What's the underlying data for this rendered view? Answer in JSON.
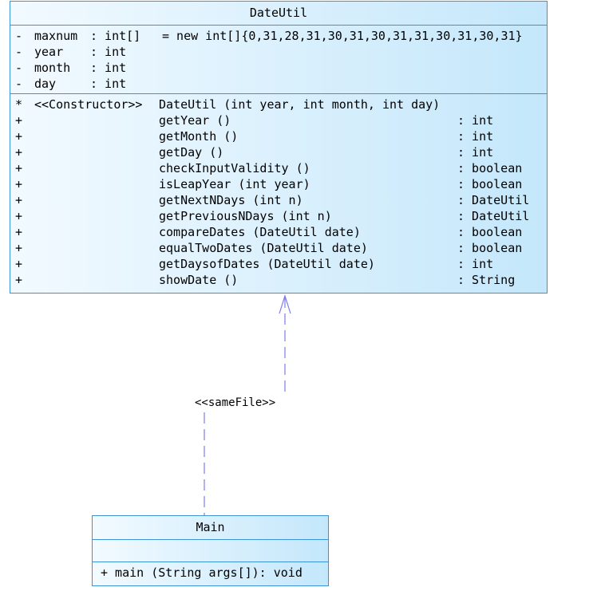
{
  "dateutil": {
    "name": "DateUtil",
    "attributes": [
      {
        "vis": "-",
        "name": "maxnum",
        "type": ": int[]",
        "value": "= new int[]{0,31,28,31,30,31,30,31,31,30,31,30,31}"
      },
      {
        "vis": "-",
        "name": "year",
        "type": ": int",
        "value": ""
      },
      {
        "vis": "-",
        "name": "month",
        "type": ": int",
        "value": ""
      },
      {
        "vis": "-",
        "name": "day",
        "type": ": int",
        "value": ""
      }
    ],
    "operations": [
      {
        "vis": "*",
        "stereotype": "<<Constructor>>",
        "sig": "DateUtil (int year, int month, int day)",
        "ret": ""
      },
      {
        "vis": "+",
        "stereotype": "",
        "sig": "getYear ()",
        "ret": ": int"
      },
      {
        "vis": "+",
        "stereotype": "",
        "sig": "getMonth ()",
        "ret": ": int"
      },
      {
        "vis": "+",
        "stereotype": "",
        "sig": "getDay ()",
        "ret": ": int"
      },
      {
        "vis": "+",
        "stereotype": "",
        "sig": "checkInputValidity ()",
        "ret": ": boolean"
      },
      {
        "vis": "+",
        "stereotype": "",
        "sig": "isLeapYear (int year)",
        "ret": ": boolean"
      },
      {
        "vis": "+",
        "stereotype": "",
        "sig": "getNextNDays (int n)",
        "ret": ": DateUtil"
      },
      {
        "vis": "+",
        "stereotype": "",
        "sig": "getPreviousNDays (int n)",
        "ret": ": DateUtil"
      },
      {
        "vis": "+",
        "stereotype": "",
        "sig": "compareDates (DateUtil date)",
        "ret": ": boolean"
      },
      {
        "vis": "+",
        "stereotype": "",
        "sig": "equalTwoDates (DateUtil date)",
        "ret": ": boolean"
      },
      {
        "vis": "+",
        "stereotype": "",
        "sig": "getDaysofDates (DateUtil date)",
        "ret": ": int"
      },
      {
        "vis": "+",
        "stereotype": "",
        "sig": "showDate ()",
        "ret": ": String"
      }
    ]
  },
  "dependency": {
    "stereotype": "<<sameFile>>"
  },
  "main_class": {
    "name": "Main",
    "operations": [
      {
        "text": "+ main (String args[]): void"
      }
    ]
  },
  "colors": {
    "border": "#3c93d8",
    "fill_light": "#f2faff",
    "fill_dark": "#c4e7fb",
    "connector": "#7b7bea"
  }
}
